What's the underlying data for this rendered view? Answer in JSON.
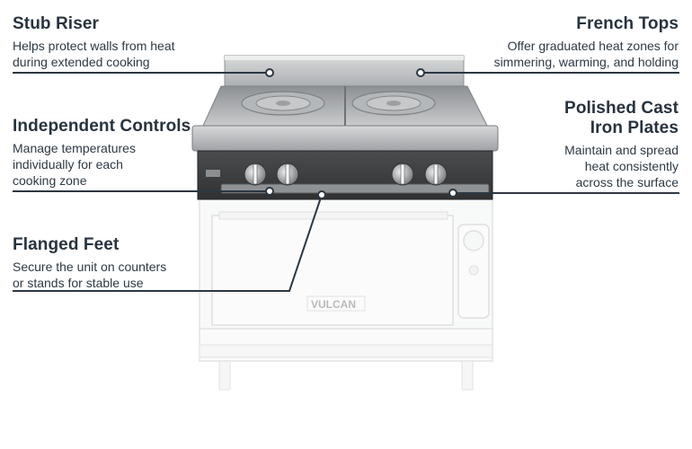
{
  "callouts": {
    "stub_riser": {
      "title": "Stub Riser",
      "desc_lines": [
        "Helps protect walls from heat",
        "during extended cooking"
      ]
    },
    "french_tops": {
      "title": "French Tops",
      "desc_lines": [
        "Offer graduated heat zones for",
        "simmering, warming, and holding"
      ]
    },
    "independent_controls": {
      "title": "Independent Controls",
      "desc_lines": [
        "Manage temperatures",
        "individually for each",
        "cooking zone"
      ]
    },
    "polished_plates": {
      "title_lines": [
        "Polished Cast",
        "Iron Plates"
      ],
      "desc_lines": [
        "Maintain and spread",
        "heat consistently",
        "across the surface"
      ]
    },
    "flanged_feet": {
      "title": "Flanged Feet",
      "desc_lines": [
        "Secure the unit on counters",
        "or stands for stable use"
      ]
    }
  },
  "brand_plate": "VULCAN",
  "colors": {
    "text": "#27333f",
    "leader_line": "#2b3742",
    "steel_light": "#d7d9db",
    "steel_dark": "#3b3d3f"
  }
}
